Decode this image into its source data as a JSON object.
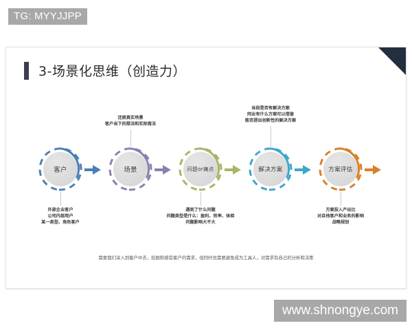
{
  "watermarks": {
    "tg": "TG: MYYJJPP",
    "site": "www.shnongye.com"
  },
  "slide": {
    "title": "3-场景化思维（创造力）",
    "footer_note": "需要我们深入到客户中去，挖掘和感受客户的需求，但同时也需要避免成为工具人，对需求有自己的分析和决策",
    "corner_color": "#232f3e",
    "nodes": [
      {
        "label": "客户",
        "ring_color": "#4a7fb5",
        "caption_position": "below",
        "caption_lines": [
          "外部企业客户",
          "公司内部用户",
          "某一类型、角色客户"
        ]
      },
      {
        "label": "场景",
        "ring_color": "#8c7faf",
        "caption_position": "above",
        "caption_lines": [
          "还原真实场景",
          "客户当下的想法和实际做法"
        ]
      },
      {
        "label": "问题or痛点",
        "ring_color": "#a7b567",
        "caption_position": "below",
        "caption_lines": [
          "遇到了什么问题",
          "问题类型是什么：盈利、效率、体验",
          "问题影响大不大"
        ]
      },
      {
        "label": "解决方案",
        "ring_color": "#3fa6c8",
        "caption_position": "above",
        "caption_lines": [
          "当前是否有解决方案",
          "同业有什么方案可以借鉴",
          "能否提出创新性的解决方案"
        ]
      },
      {
        "label": "方案评估",
        "ring_color": "#d98128",
        "caption_position": "below",
        "caption_lines": [
          "方案投入产出比",
          "对且他客户和业务的影响",
          "战略规划"
        ]
      }
    ],
    "arrows": [
      {
        "color": "#4a7fb5"
      },
      {
        "color": "#8c7faf"
      },
      {
        "color": "#a7b567"
      },
      {
        "color": "#3fa6c8"
      },
      {
        "color": "#d98128"
      }
    ]
  }
}
